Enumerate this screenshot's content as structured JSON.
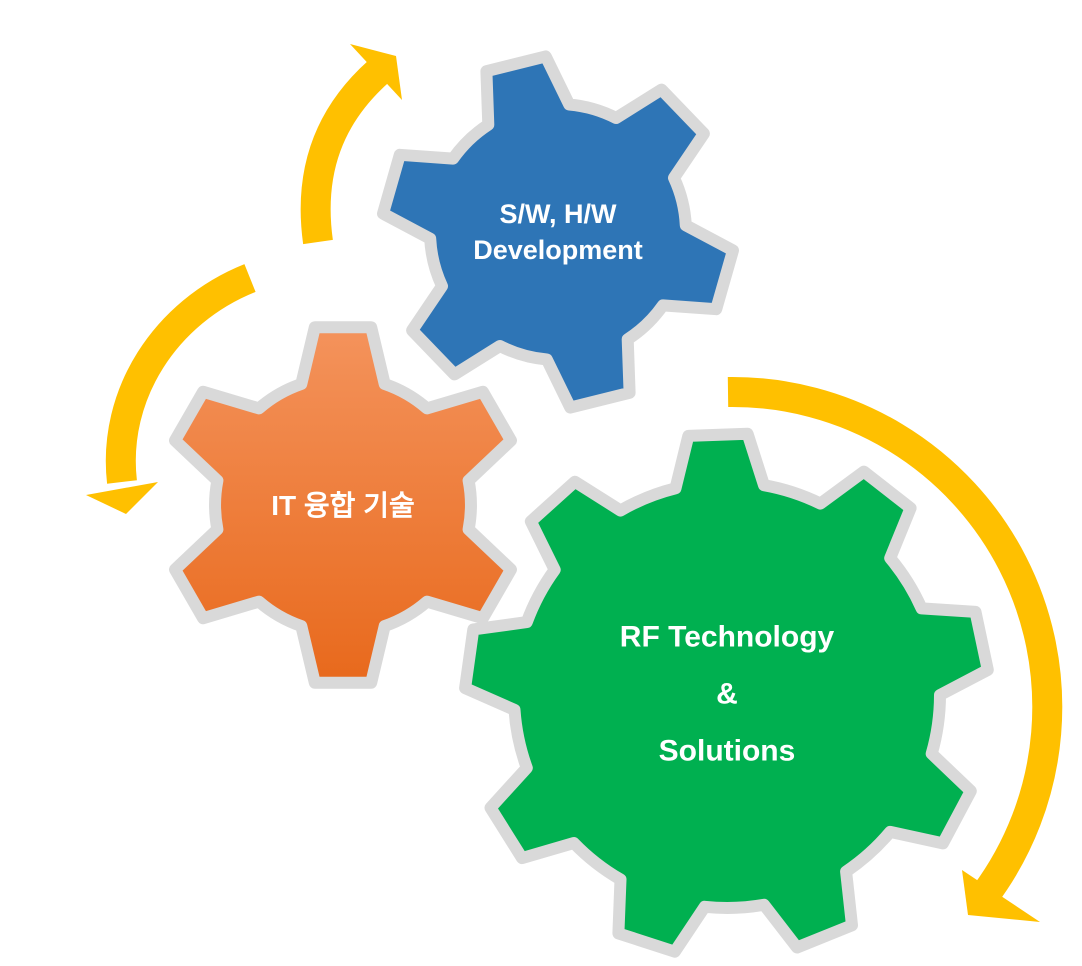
{
  "colors": {
    "blue_gear": "#2e75b6",
    "orange_gear_top": "#f4935c",
    "orange_gear_bottom": "#e8691c",
    "green_gear": "#00b050",
    "gear_outline": "#d9d9d9",
    "arrow": "#ffc000"
  },
  "gears": {
    "sw_hw": {
      "line1": "S/W, H/W",
      "line2": "Development"
    },
    "it": {
      "label": "IT 융합 기술"
    },
    "rf": {
      "line1": "RF Technology",
      "line2": "&",
      "line3": "Solutions"
    }
  }
}
